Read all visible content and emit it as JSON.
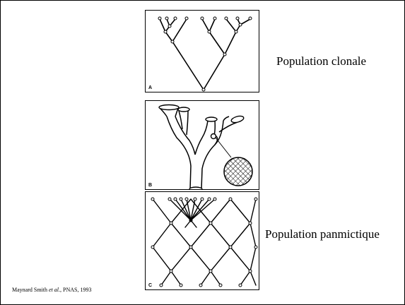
{
  "captions": {
    "clonal": "Population clonale",
    "panmictic": "Population panmictique"
  },
  "panels": {
    "a": {
      "letter": "A"
    },
    "b": {
      "letter": "B"
    },
    "c": {
      "letter": "C"
    }
  },
  "citation": {
    "author": "Maynard Smith",
    "etal": "et al.,",
    "journal": "PNAS, 1993"
  },
  "colors": {
    "ink": "#000000",
    "background": "#ffffff"
  },
  "icons": {
    "tree": "branching-tree-diagram",
    "organism": "branching-organism-drawing",
    "network": "reticulate-mating-network"
  }
}
